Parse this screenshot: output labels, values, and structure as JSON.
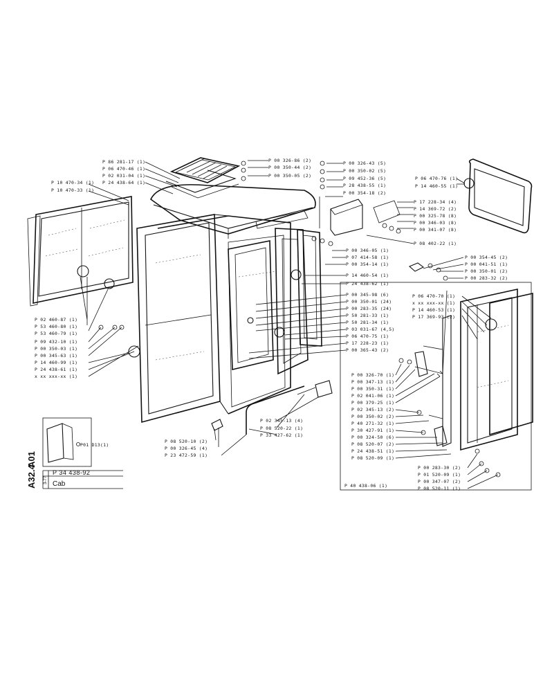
{
  "title_block": {
    "part_number": "P 34 438-92",
    "name": "Cab",
    "section_code_1": "A01",
    "section_code_2": "A32.4",
    "date": "3-77"
  },
  "inset_label": "P01 D13(1)",
  "labels": [
    {
      "id": "l1",
      "text": "P 86 281-17 (1)"
    },
    {
      "id": "l2",
      "text": "P 06 470-46 (1)"
    },
    {
      "id": "l3",
      "text": "P 02 031-04 (1)"
    },
    {
      "id": "l4",
      "text": "P 24 438-64 (1)"
    },
    {
      "id": "l5",
      "text": "P 00 326-86 (2)"
    },
    {
      "id": "l6",
      "text": "P 00 350-44 (2)"
    },
    {
      "id": "l7",
      "text": "P 00 350-05 (2)"
    },
    {
      "id": "l8",
      "text": "P 00 326-43 (5)"
    },
    {
      "id": "l9",
      "text": "P 00 350-02 (5)"
    },
    {
      "id": "l10",
      "text": "P 09 452-36 (5)"
    },
    {
      "id": "l11",
      "text": "P 28 438-55 (1)"
    },
    {
      "id": "l12",
      "text": "P 00 354-18 (2)"
    },
    {
      "id": "l13",
      "text": "P 10 470-34 (1)"
    },
    {
      "id": "l14",
      "text": "P 10 470-33 (1)"
    },
    {
      "id": "l15",
      "text": "P 06 470-76 (1)"
    },
    {
      "id": "l16",
      "text": "P 14 460-55 (1)"
    },
    {
      "id": "l17",
      "text": "P 17 228-34 (4)"
    },
    {
      "id": "l18",
      "text": "P 14 369-72 (2)"
    },
    {
      "id": "l19",
      "text": "P 00 325-78 (8)"
    },
    {
      "id": "l20",
      "text": "P 00 346-03 (8)"
    },
    {
      "id": "l21",
      "text": "P 00 341-07 (8)"
    },
    {
      "id": "l22",
      "text": "P 08 402-22 (1)"
    },
    {
      "id": "l23",
      "text": "P 00 346-05 (1)"
    },
    {
      "id": "l24",
      "text": "P 07 414-58 (1)"
    },
    {
      "id": "l25",
      "text": "P 00 354-14 (1)"
    },
    {
      "id": "l26",
      "text": "P 14 460-54 (1)"
    },
    {
      "id": "l27",
      "text": "P 24 438-62 (1)"
    },
    {
      "id": "l28",
      "text": "P 00 345-98 (6)"
    },
    {
      "id": "l29",
      "text": "P 00 350-01 (24)"
    },
    {
      "id": "l30",
      "text": "P 00 283-35 (24)"
    },
    {
      "id": "l31",
      "text": "P 50 281-33 (1)"
    },
    {
      "id": "l32",
      "text": "P 50 281-34 (1)"
    },
    {
      "id": "l33",
      "text": "P 03 031-67 (4,5)"
    },
    {
      "id": "l34",
      "text": "P 06 470-75 (1)"
    },
    {
      "id": "l35",
      "text": "P 17 228-23 (1)"
    },
    {
      "id": "l36",
      "text": "P 00 365-43 (2)"
    },
    {
      "id": "l37",
      "text": "P 00 354-45 (2)"
    },
    {
      "id": "l38",
      "text": "P 00 041-51 (1)"
    },
    {
      "id": "l39",
      "text": "P 00 350-01 (2)"
    },
    {
      "id": "l40",
      "text": "P 00 283-32 (2)"
    },
    {
      "id": "l41",
      "text": "P 02 460-87 (1)"
    },
    {
      "id": "l42",
      "text": "P 53 460-80 (1)"
    },
    {
      "id": "l43",
      "text": "P 53 460-79 (1)"
    },
    {
      "id": "l44",
      "text": "P 09 432-10 (1)"
    },
    {
      "id": "l45",
      "text": "P 00 350-03 (1)"
    },
    {
      "id": "l46",
      "text": "P 00 345-63 (1)"
    },
    {
      "id": "l47",
      "text": "P 14 460-99 (1)"
    },
    {
      "id": "l48",
      "text": "P 24 438-61 (1)"
    },
    {
      "id": "l49",
      "text": "x xx xxx-xx (1)"
    },
    {
      "id": "l50",
      "text": "P 06 470-70 (1)"
    },
    {
      "id": "l51",
      "text": "x xx xxx-xx (1)"
    },
    {
      "id": "l52",
      "text": "P 14 460-53 (1)"
    },
    {
      "id": "l53",
      "text": "P 17 369-93 (2)"
    },
    {
      "id": "l54",
      "text": "P 00 326-70 (1)"
    },
    {
      "id": "l55",
      "text": "P 00 347-13 (1)"
    },
    {
      "id": "l56",
      "text": "P 00 350-31 (1)"
    },
    {
      "id": "l57",
      "text": "P 02 041-06 (1)"
    },
    {
      "id": "l58",
      "text": "P 00 379-25 (1)"
    },
    {
      "id": "l59",
      "text": "P 02 345-13 (2)"
    },
    {
      "id": "l60",
      "text": "P 00 350-02 (2)"
    },
    {
      "id": "l61",
      "text": "P 40 271-32 (1)"
    },
    {
      "id": "l62",
      "text": "P 30 427-91 (1)"
    },
    {
      "id": "l63",
      "text": "P 00 324-50 (6)"
    },
    {
      "id": "l64",
      "text": "P 08 520-07 (2)"
    },
    {
      "id": "l65",
      "text": "P 24 438-51 (1)"
    },
    {
      "id": "l66",
      "text": "P 08 520-09 (1)"
    },
    {
      "id": "l67",
      "text": "P 02 345-13 (4)"
    },
    {
      "id": "l68",
      "text": "P 08 520-22 (1)"
    },
    {
      "id": "l69",
      "text": "P 33 427-62 (1)"
    },
    {
      "id": "l70",
      "text": "P 08 520-10 (2)"
    },
    {
      "id": "l71",
      "text": "P 00 326-45 (4)"
    },
    {
      "id": "l72",
      "text": "P 23 472-59 (1)"
    },
    {
      "id": "l73",
      "text": "P 00 283-30 (2)"
    },
    {
      "id": "l74",
      "text": "P 01 520-09 (1)"
    },
    {
      "id": "l75",
      "text": "P 00 347-07 (2)"
    },
    {
      "id": "l76",
      "text": "P 08 520-11 (1)"
    },
    {
      "id": "l77",
      "text": "P 40 438-06 (1)"
    }
  ]
}
